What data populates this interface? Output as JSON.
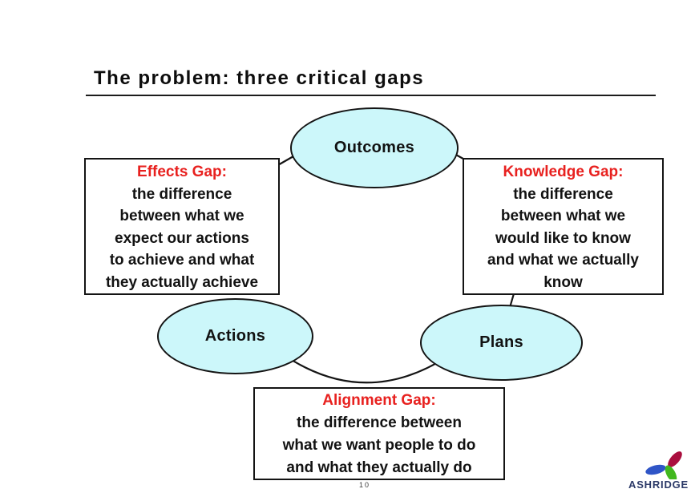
{
  "slide": {
    "title": "The problem: three critical gaps",
    "page_number": "10"
  },
  "nodes": {
    "outcomes": {
      "label": "Outcomes"
    },
    "actions": {
      "label": "Actions"
    },
    "plans": {
      "label": "Plans"
    }
  },
  "gaps": {
    "effects": {
      "heading": "Effects Gap:",
      "body": "the difference\nbetween what we\nexpect our actions\nto achieve and what\nthey actually achieve"
    },
    "knowledge": {
      "heading": "Knowledge Gap:",
      "body": "the difference\nbetween what we\nwould like to know\nand what we actually\nknow"
    },
    "alignment": {
      "heading": "Alignment Gap:",
      "body": "the difference between\nwhat we want people to do\nand what they actually do"
    }
  },
  "logo": {
    "text": "ASHRIDGE"
  },
  "colors": {
    "gap_heading_red": "#e8211f",
    "node_fill": "#ccf7fa",
    "outline_black": "#141414",
    "logo_navy": "#2c3a68",
    "logo_petal_blue": "#2f55c7",
    "logo_petal_red": "#aa0f3e",
    "logo_petal_green": "#41b71e"
  }
}
